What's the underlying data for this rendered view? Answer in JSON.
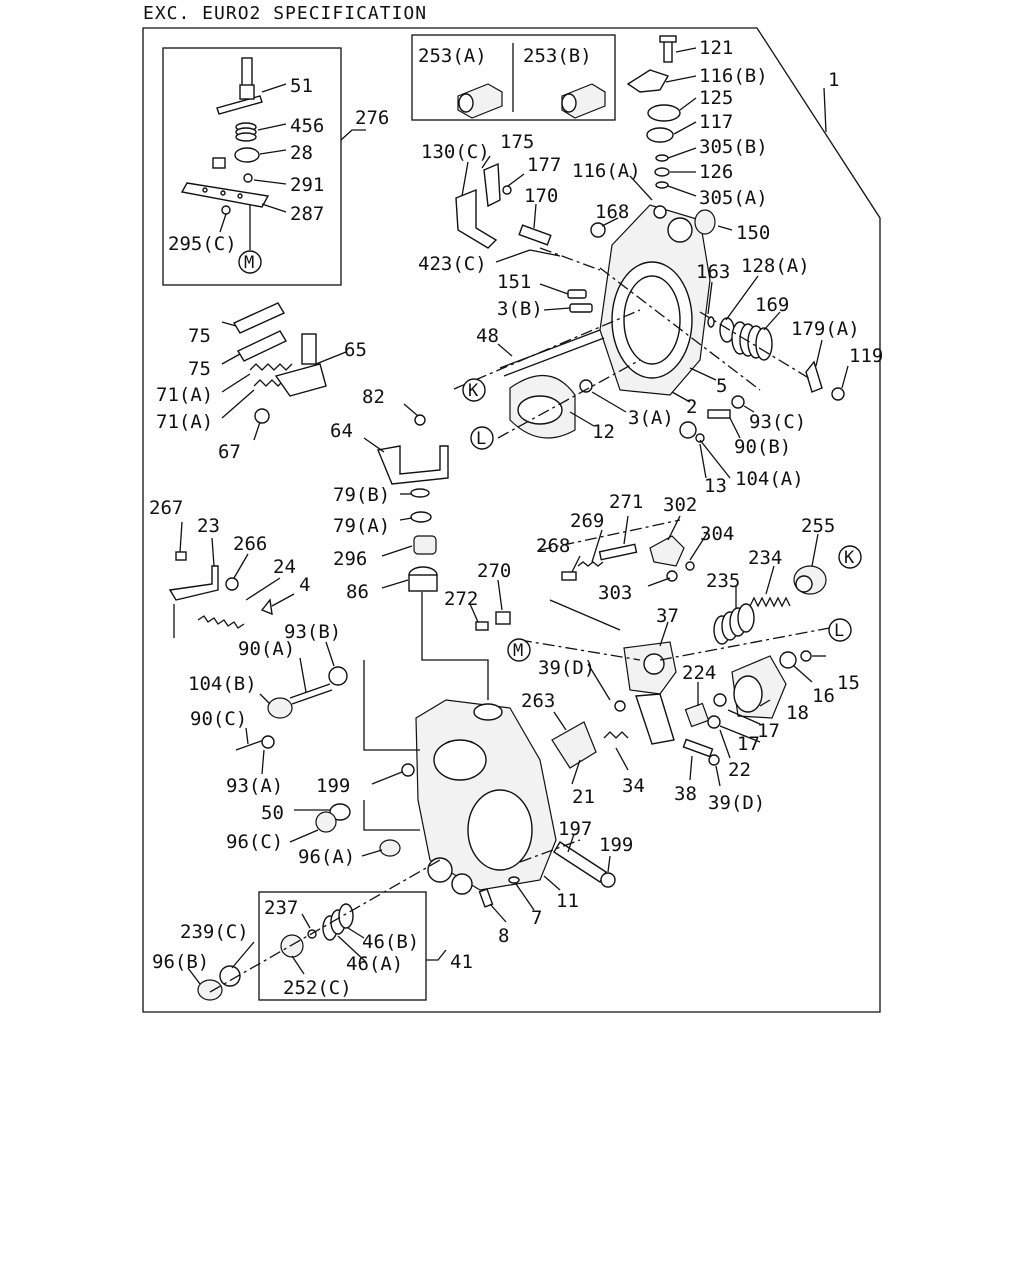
{
  "title": "EXC. EURO2 SPECIFICATION",
  "colors": {
    "ink": "#111111",
    "background": "#ffffff"
  },
  "labels": [
    {
      "id": "l51",
      "text": "51"
    },
    {
      "id": "l456",
      "text": "456"
    },
    {
      "id": "l28",
      "text": "28"
    },
    {
      "id": "l291",
      "text": "291"
    },
    {
      "id": "l287",
      "text": "287"
    },
    {
      "id": "l295c",
      "text": "295(C)"
    },
    {
      "id": "l276",
      "text": "276"
    },
    {
      "id": "l253a",
      "text": "253(A)"
    },
    {
      "id": "l253b",
      "text": "253(B)"
    },
    {
      "id": "l121",
      "text": "121"
    },
    {
      "id": "l116b",
      "text": "116(B)"
    },
    {
      "id": "l125",
      "text": "125"
    },
    {
      "id": "l117",
      "text": "117"
    },
    {
      "id": "l305b",
      "text": "305(B)"
    },
    {
      "id": "l126",
      "text": "126"
    },
    {
      "id": "l305a",
      "text": "305(A)"
    },
    {
      "id": "l1",
      "text": "1"
    },
    {
      "id": "l130c",
      "text": "130(C)"
    },
    {
      "id": "l175",
      "text": "175"
    },
    {
      "id": "l177",
      "text": "177"
    },
    {
      "id": "l116a",
      "text": "116(A)"
    },
    {
      "id": "l170",
      "text": "170"
    },
    {
      "id": "l168",
      "text": "168"
    },
    {
      "id": "l150",
      "text": "150"
    },
    {
      "id": "l423c",
      "text": "423(C)"
    },
    {
      "id": "l163",
      "text": "163"
    },
    {
      "id": "l128a",
      "text": "128(A)"
    },
    {
      "id": "l151",
      "text": "151"
    },
    {
      "id": "l3b",
      "text": "3(B)"
    },
    {
      "id": "l169",
      "text": "169"
    },
    {
      "id": "l179a",
      "text": "179(A)"
    },
    {
      "id": "l119",
      "text": "119"
    },
    {
      "id": "l48",
      "text": "48"
    },
    {
      "id": "l5",
      "text": "5"
    },
    {
      "id": "l2",
      "text": "2"
    },
    {
      "id": "l3a",
      "text": "3(A)"
    },
    {
      "id": "l12",
      "text": "12"
    },
    {
      "id": "l93c",
      "text": "93(C)"
    },
    {
      "id": "l90b",
      "text": "90(B)"
    },
    {
      "id": "l13",
      "text": "13"
    },
    {
      "id": "l104a",
      "text": "104(A)"
    },
    {
      "id": "l75a",
      "text": "75"
    },
    {
      "id": "l75b",
      "text": "75"
    },
    {
      "id": "l65",
      "text": "65"
    },
    {
      "id": "l71a1",
      "text": "71(A)"
    },
    {
      "id": "l71a2",
      "text": "71(A)"
    },
    {
      "id": "l67",
      "text": "67"
    },
    {
      "id": "l82",
      "text": "82"
    },
    {
      "id": "l64",
      "text": "64"
    },
    {
      "id": "l79b",
      "text": "79(B)"
    },
    {
      "id": "l79a",
      "text": "79(A)"
    },
    {
      "id": "l296",
      "text": "296"
    },
    {
      "id": "l86",
      "text": "86"
    },
    {
      "id": "l267",
      "text": "267"
    },
    {
      "id": "l23",
      "text": "23"
    },
    {
      "id": "l266",
      "text": "266"
    },
    {
      "id": "l24",
      "text": "24"
    },
    {
      "id": "l4",
      "text": "4"
    },
    {
      "id": "l271",
      "text": "271"
    },
    {
      "id": "l302",
      "text": "302"
    },
    {
      "id": "l269",
      "text": "269"
    },
    {
      "id": "l304",
      "text": "304"
    },
    {
      "id": "l268",
      "text": "268"
    },
    {
      "id": "l255",
      "text": "255"
    },
    {
      "id": "l234",
      "text": "234"
    },
    {
      "id": "l270",
      "text": "270"
    },
    {
      "id": "l303",
      "text": "303"
    },
    {
      "id": "l235",
      "text": "235"
    },
    {
      "id": "l272",
      "text": "272"
    },
    {
      "id": "l37",
      "text": "37"
    },
    {
      "id": "l93b",
      "text": "93(B)"
    },
    {
      "id": "l90a",
      "text": "90(A)"
    },
    {
      "id": "l39d1",
      "text": "39(D)"
    },
    {
      "id": "l224",
      "text": "224"
    },
    {
      "id": "l15",
      "text": "15"
    },
    {
      "id": "l16",
      "text": "16"
    },
    {
      "id": "l104b",
      "text": "104(B)"
    },
    {
      "id": "l263",
      "text": "263"
    },
    {
      "id": "l18",
      "text": "18"
    },
    {
      "id": "l17a",
      "text": "17"
    },
    {
      "id": "l90c",
      "text": "90(C)"
    },
    {
      "id": "l17b",
      "text": "17"
    },
    {
      "id": "l22",
      "text": "22"
    },
    {
      "id": "l93a",
      "text": "93(A)"
    },
    {
      "id": "l199a",
      "text": "199"
    },
    {
      "id": "l34",
      "text": "34"
    },
    {
      "id": "l38",
      "text": "38"
    },
    {
      "id": "l39d2",
      "text": "39(D)"
    },
    {
      "id": "l50",
      "text": "50"
    },
    {
      "id": "l21",
      "text": "21"
    },
    {
      "id": "l197",
      "text": "197"
    },
    {
      "id": "l96c",
      "text": "96(C)"
    },
    {
      "id": "l96a",
      "text": "96(A)"
    },
    {
      "id": "l199b",
      "text": "199"
    },
    {
      "id": "l11",
      "text": "11"
    },
    {
      "id": "l237",
      "text": "237"
    },
    {
      "id": "l7",
      "text": "7"
    },
    {
      "id": "l8",
      "text": "8"
    },
    {
      "id": "l239c",
      "text": "239(C)"
    },
    {
      "id": "l46b",
      "text": "46(B)"
    },
    {
      "id": "l46a",
      "text": "46(A)"
    },
    {
      "id": "l41",
      "text": "41"
    },
    {
      "id": "l96b",
      "text": "96(B)"
    },
    {
      "id": "l252c",
      "text": "252(C)"
    }
  ],
  "callouts": [
    {
      "id": "cM1",
      "text": "M"
    },
    {
      "id": "cK1",
      "text": "K"
    },
    {
      "id": "cL1",
      "text": "L"
    },
    {
      "id": "cK2",
      "text": "K"
    },
    {
      "id": "cL2",
      "text": "L"
    },
    {
      "id": "cM2",
      "text": "M"
    }
  ]
}
